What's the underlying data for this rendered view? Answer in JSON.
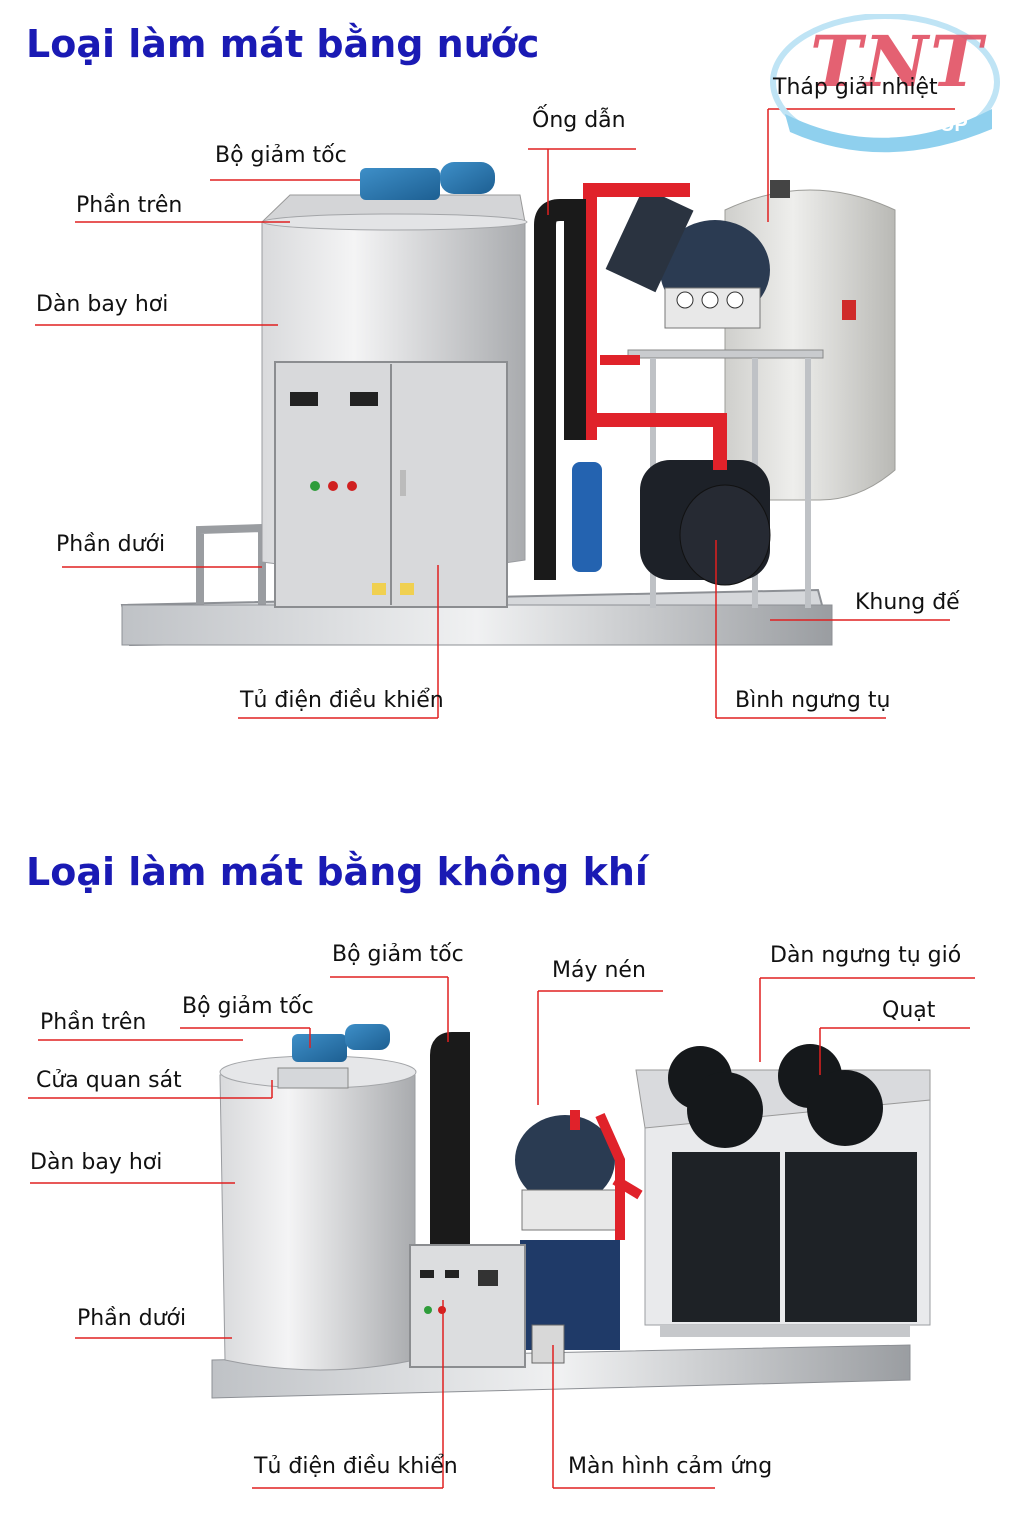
{
  "section_water": {
    "title": "Loại làm mát bằng nước",
    "labels": {
      "gearbox": "Bộ giảm tốc",
      "top": "Phần trên",
      "evaporator": "Dàn bay hơi",
      "bottom": "Phần dưới",
      "pipe": "Ống dẫn",
      "cooling_tower": "Tháp giải nhiệt",
      "base_frame": "Khung đế",
      "control_cabinet": "Tủ điện điều khiển",
      "condenser": "Bình ngưng tụ"
    }
  },
  "section_air": {
    "title": "Loại làm mát bằng không khí",
    "labels": {
      "gearbox_1": "Bộ giảm tốc",
      "gearbox_2": "Bộ giảm tốc",
      "top": "Phần trên",
      "sight_window": "Cửa quan sát",
      "evaporator": "Dàn bay hơi",
      "bottom": "Phần dưới",
      "compressor": "Máy nén",
      "air_condenser": "Dàn ngưng tụ gió",
      "fan": "Quạt",
      "control_cabinet": "Tủ điện điều khiển",
      "touch_screen": "Màn hình cảm ứng"
    }
  },
  "logo": {
    "brand": "TNT",
    "group": "TNT GROUP"
  },
  "colors": {
    "title": "#1a1ab4",
    "leader_line": "#e02020",
    "pipe_red": "#e0222a",
    "steel": "#c8ccd0"
  }
}
